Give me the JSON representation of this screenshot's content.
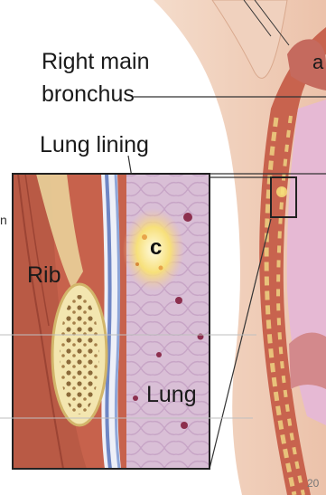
{
  "labels": {
    "right_main": "Right main",
    "bronchus": "bronchus",
    "lung_lining": "Lung lining",
    "rib": "Rib",
    "c_marker": "c",
    "lung": "Lung",
    "a_marker": "a",
    "year_fragment": "20",
    "edge_fragment": "n"
  },
  "colors": {
    "skin": "#f2d3bd",
    "muscle": "#c8634e",
    "rib_bone": "#f3e6b0",
    "pleura": "#8fa6d8",
    "lung_tissue": "#dcc3d8",
    "tumor": "#f6e27a",
    "leader_line": "#333333"
  }
}
